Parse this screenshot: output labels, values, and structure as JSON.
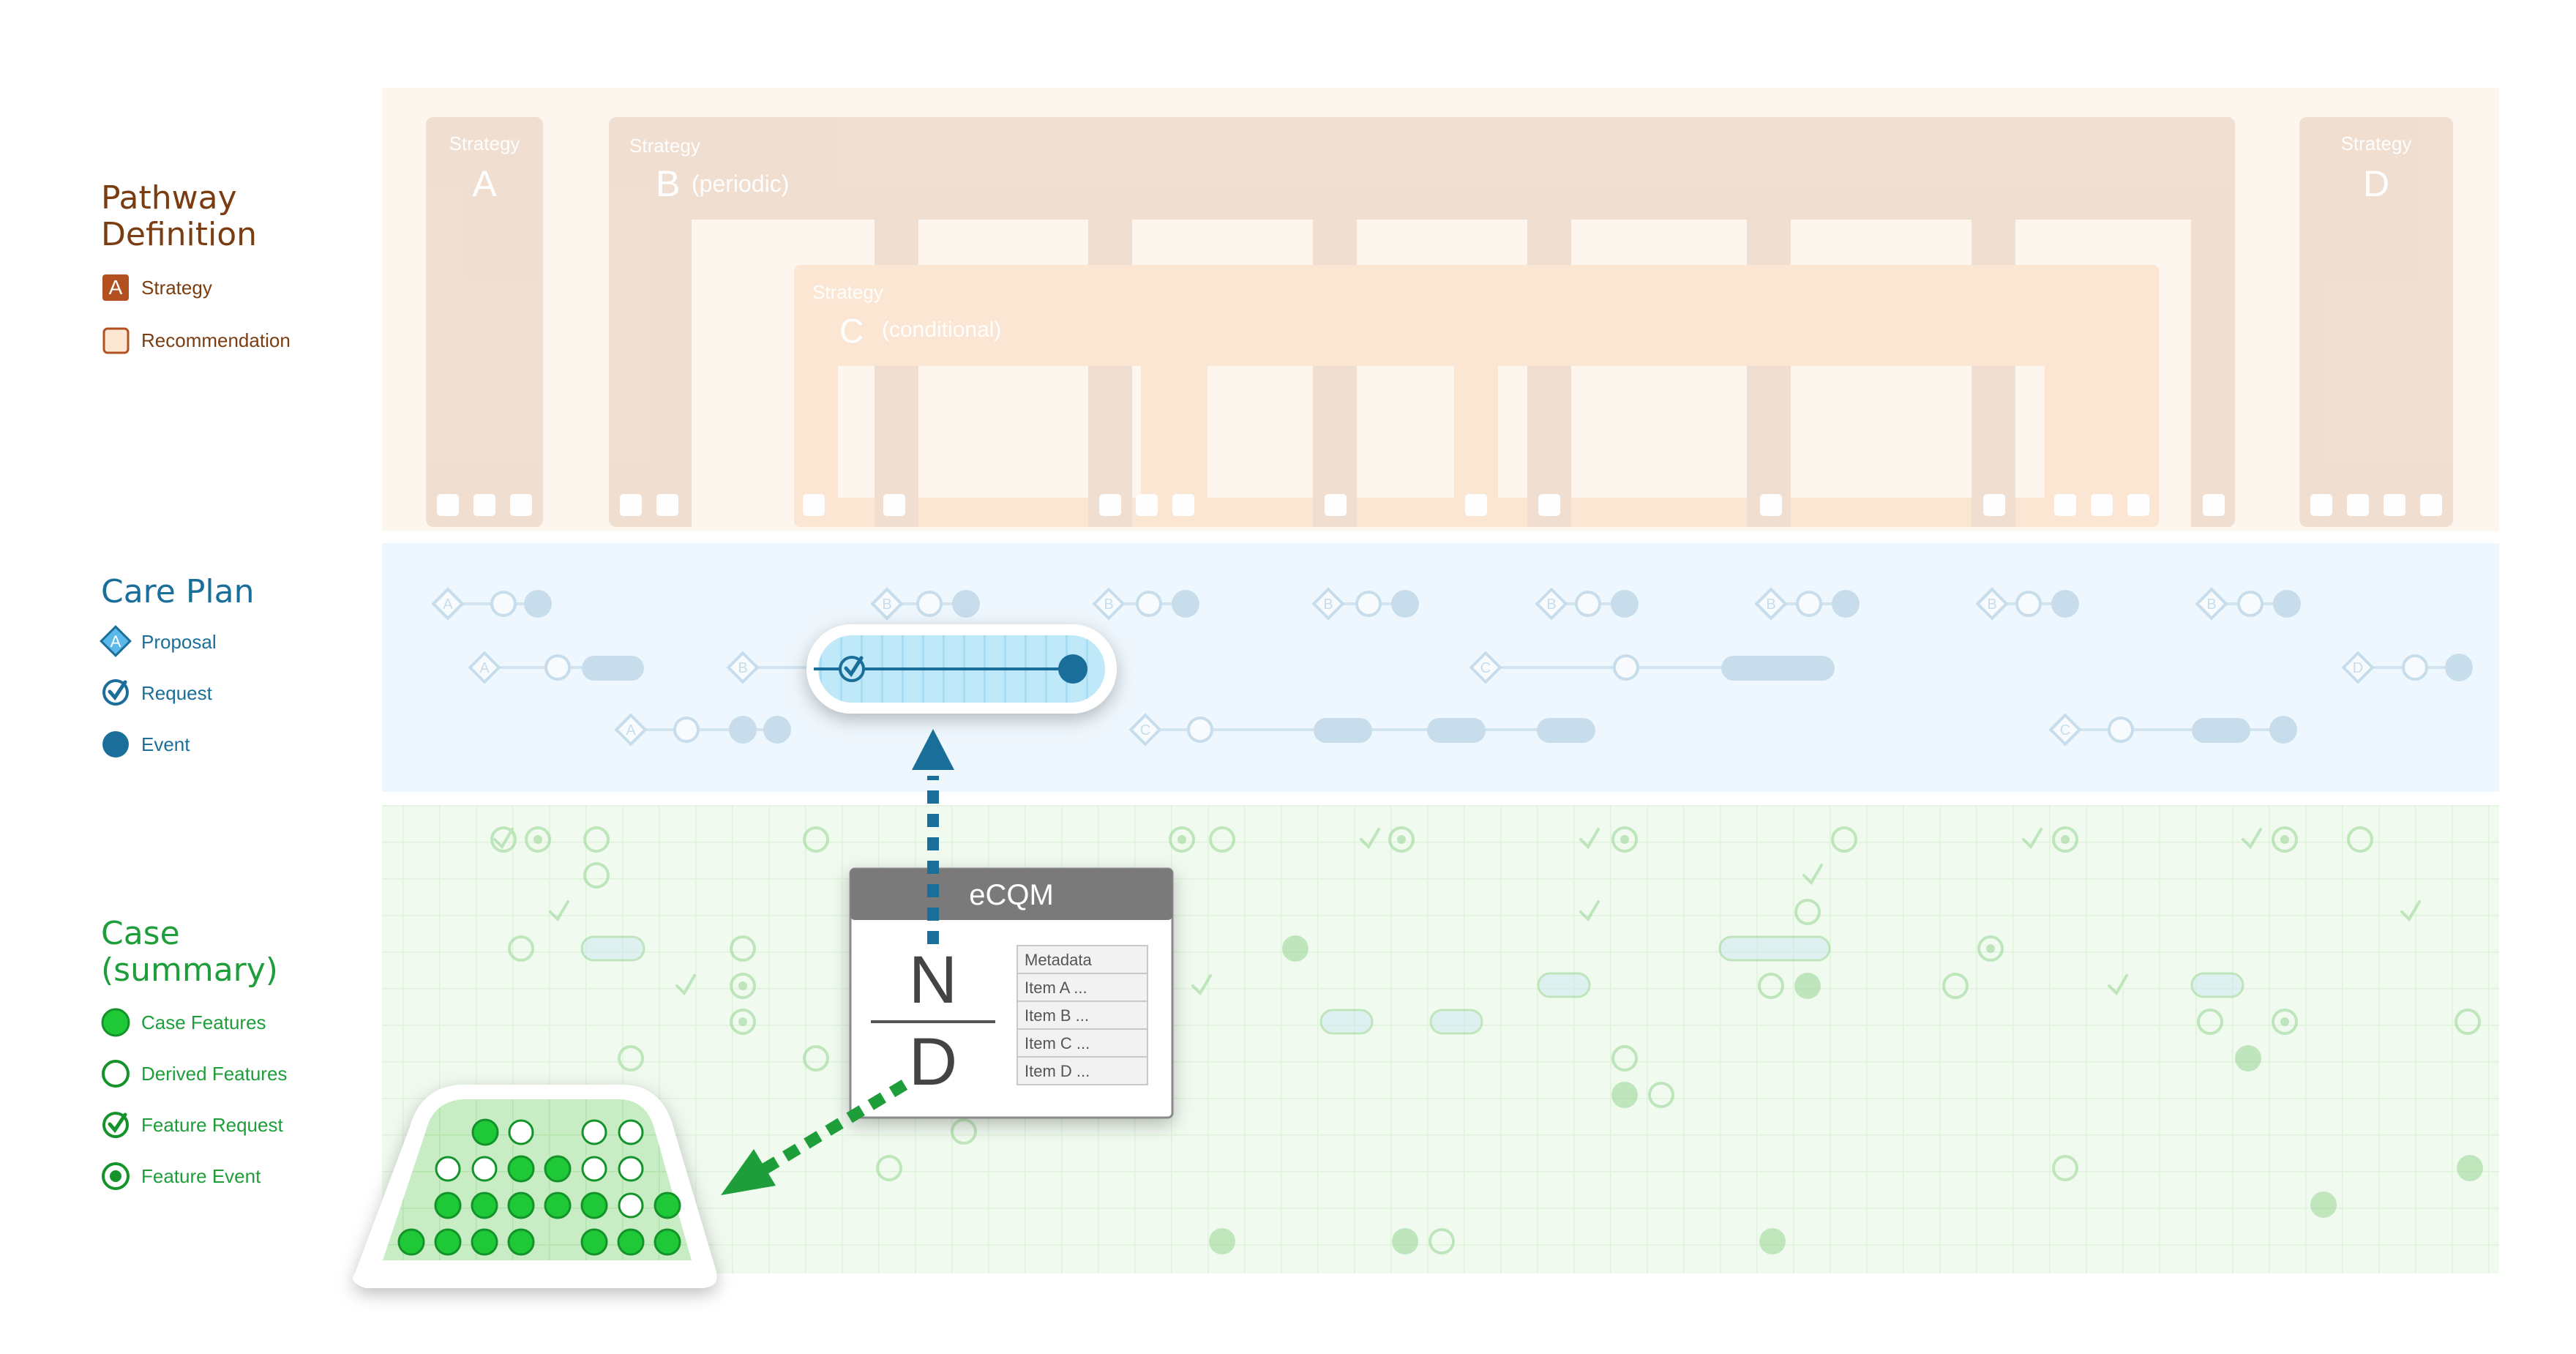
{
  "colors": {
    "pathway": "#7a3d12",
    "pathway_fill": "#f0ddcf",
    "pathway_rec": "#fbe4cc",
    "careplan": "#1a6f9a",
    "careplan_bg": "#eaf5fc",
    "case": "#1e9e3a",
    "case_bg": "#ebf9ea",
    "ecqm_header": "#7a7a7a"
  },
  "legend": {
    "pathway": {
      "title_line1": "Pathway",
      "title_line2": "Definition",
      "items": [
        {
          "icon": "strategy-icon",
          "glyph": "A",
          "label": "Strategy"
        },
        {
          "icon": "recommendation-icon",
          "label": "Recommendation"
        }
      ]
    },
    "careplan": {
      "title": "Care Plan",
      "items": [
        {
          "icon": "proposal-icon",
          "glyph": "A",
          "label": "Proposal"
        },
        {
          "icon": "request-icon",
          "label": "Request"
        },
        {
          "icon": "event-icon",
          "label": "Event"
        }
      ]
    },
    "case": {
      "title_line1": "Case",
      "title_line2": "(summary)",
      "items": [
        {
          "icon": "case-feature-icon",
          "label": "Case Features"
        },
        {
          "icon": "derived-feature-icon",
          "label": "Derived Features"
        },
        {
          "icon": "feature-request-icon",
          "label": "Feature Request"
        },
        {
          "icon": "feature-event-icon",
          "label": "Feature Event"
        }
      ]
    }
  },
  "strategies": [
    {
      "small": "Strategy",
      "letter": "A",
      "suffix": ""
    },
    {
      "small": "Strategy",
      "letter": "B",
      "suffix": "(periodic)"
    },
    {
      "small": "Strategy",
      "letter": "C",
      "suffix": "(conditional)"
    },
    {
      "small": "Strategy",
      "letter": "D",
      "suffix": ""
    }
  ],
  "careplan_glyphs": {
    "A": "A",
    "B": "B",
    "C": "C",
    "D": "D"
  },
  "ecqm": {
    "title": "eCQM",
    "numerator": "N",
    "denominator": "D",
    "table": [
      "Metadata",
      "Item A ...",
      "Item B ...",
      "Item C ...",
      "Item D ..."
    ]
  }
}
